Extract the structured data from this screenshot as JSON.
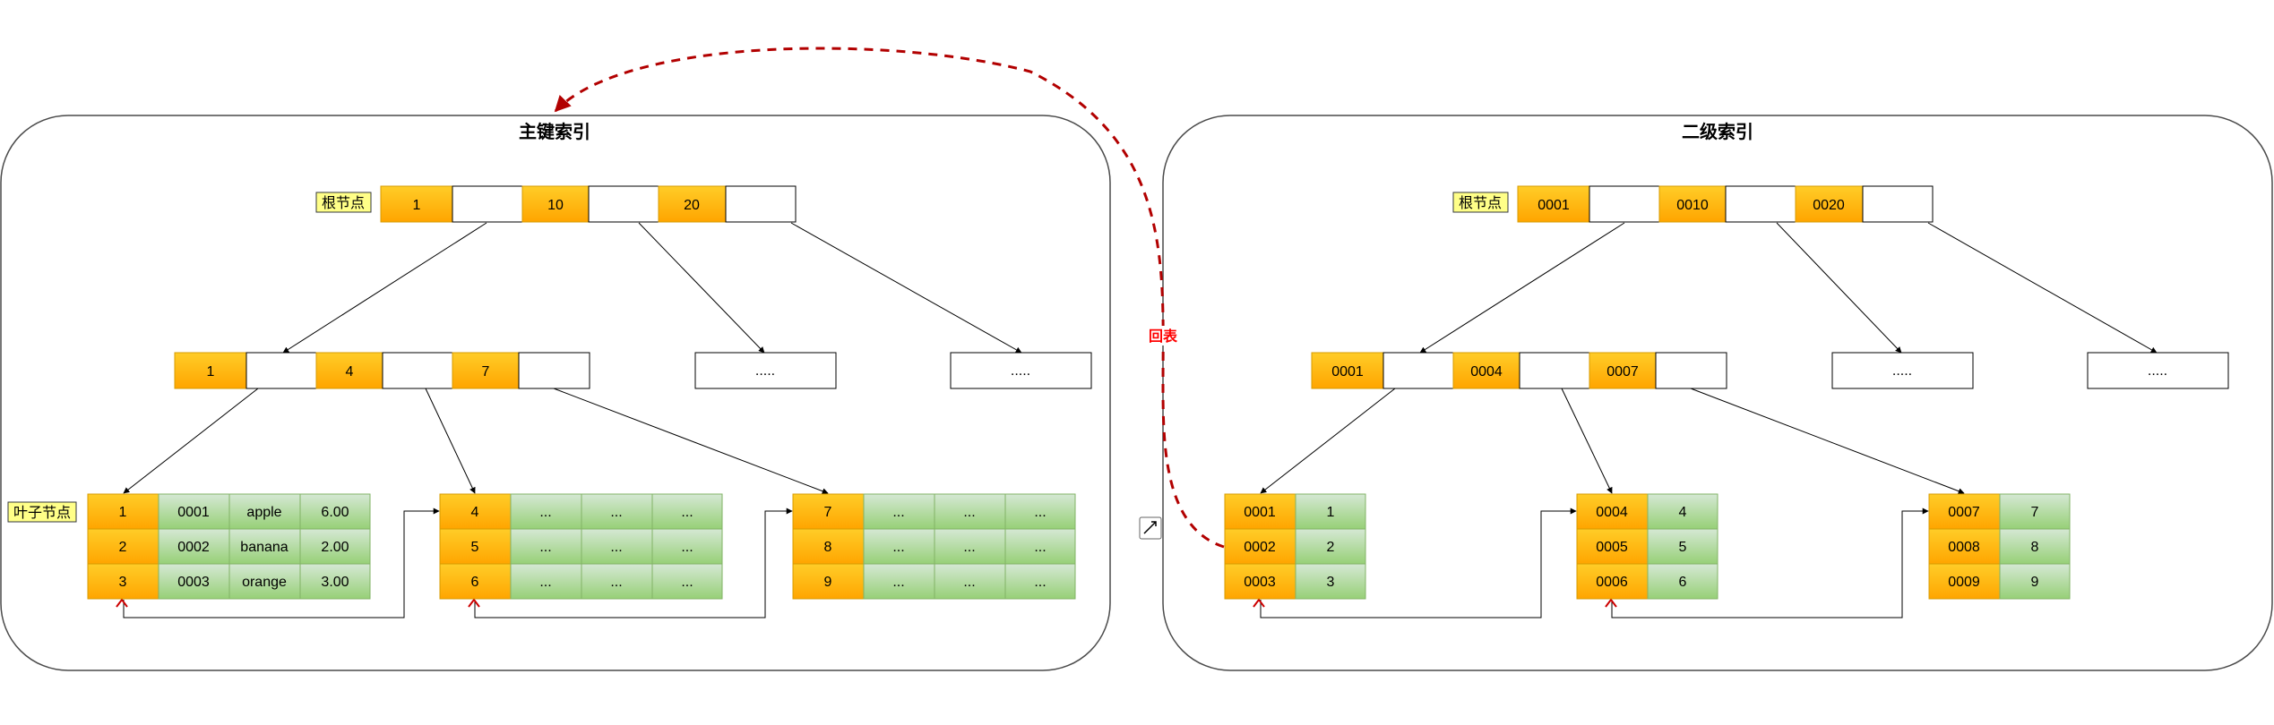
{
  "primary": {
    "title": "主键索引",
    "root_tag": "根节点",
    "leaf_tag": "叶子节点",
    "root_keys": [
      "1",
      "10",
      "20"
    ],
    "mid_keys": [
      "1",
      "4",
      "7"
    ],
    "placeholder_nodes": [
      ".....",
      "....."
    ],
    "leaves": [
      [
        [
          "1",
          "0001",
          "apple",
          "6.00"
        ],
        [
          "2",
          "0002",
          "banana",
          "2.00"
        ],
        [
          "3",
          "0003",
          "orange",
          "3.00"
        ]
      ],
      [
        [
          "4",
          "...",
          "...",
          "..."
        ],
        [
          "5",
          "...",
          "...",
          "..."
        ],
        [
          "6",
          "...",
          "...",
          "..."
        ]
      ],
      [
        [
          "7",
          "...",
          "...",
          "..."
        ],
        [
          "8",
          "...",
          "...",
          "..."
        ],
        [
          "9",
          "...",
          "...",
          "..."
        ]
      ]
    ]
  },
  "secondary": {
    "title": "二级索引",
    "root_tag": "根节点",
    "root_keys": [
      "0001",
      "0010",
      "0020"
    ],
    "mid_keys": [
      "0001",
      "0004",
      "0007"
    ],
    "placeholder_nodes": [
      ".....",
      "....."
    ],
    "leaves": [
      [
        [
          "0001",
          "1"
        ],
        [
          "0002",
          "2"
        ],
        [
          "0003",
          "3"
        ]
      ],
      [
        [
          "0004",
          "4"
        ],
        [
          "0005",
          "5"
        ],
        [
          "0006",
          "6"
        ]
      ],
      [
        [
          "0007",
          "7"
        ],
        [
          "0008",
          "8"
        ],
        [
          "0009",
          "9"
        ]
      ]
    ]
  },
  "lookup": {
    "label": "回表",
    "color": "#b20000"
  },
  "colors": {
    "key_fill": "#ffcd28",
    "key_stroke": "#d79b00",
    "value_fill": "#d5e8d4",
    "value_stroke": "#82b366",
    "tag_fill": "#ffff88"
  }
}
